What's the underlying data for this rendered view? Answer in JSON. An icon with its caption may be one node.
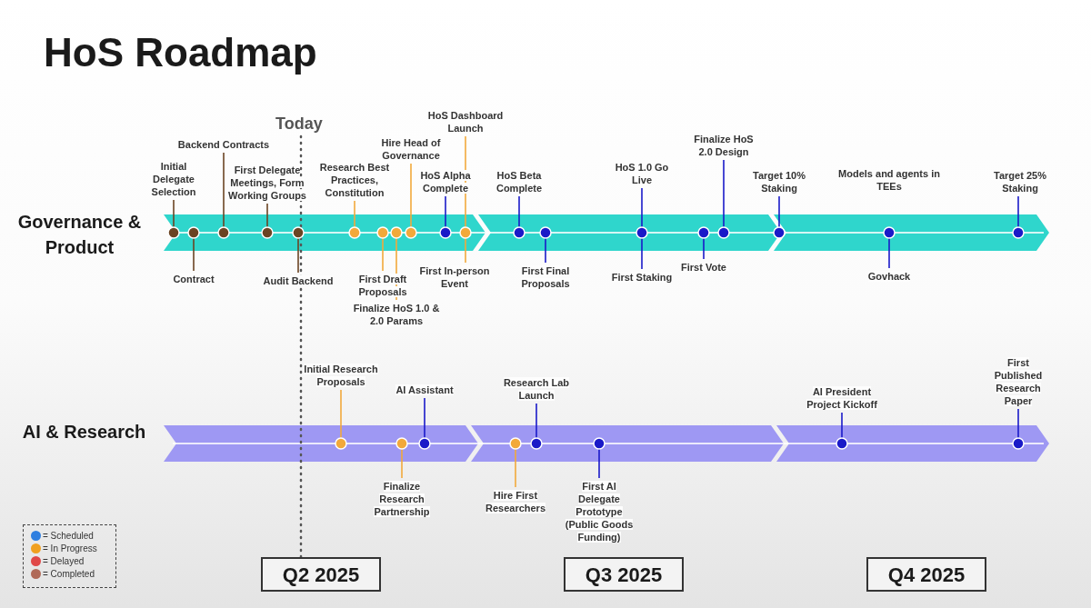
{
  "diagram": {
    "title": "HoS Roadmap",
    "nodes": [
      {
        "text": [
          "Initial Delegate Selection"
        ]
      },
      {
        "text": [],
        "shape": "circle"
      },
      {
        "text": [
          "Contract"
        ]
      },
      {
        "text": [],
        "shape": "circle"
      },
      {
        "text": [
          "Backend Contracts"
        ]
      },
      {
        "text": [],
        "shape": "circle"
      },
      {
        "text": [
          "First Delegate Meetings, Form Working Groups"
        ]
      },
      {
        "text": [],
        "shape": "circle"
      },
      {
        "text": [
          "Audit Backend"
        ]
      },
      {
        "text": [],
        "shape": "circle"
      },
      {
        "text": [
          "Research Best Practices, Constitution"
        ]
      },
      {
        "text": [],
        "shape": "circle"
      },
      {
        "text": [
          "First Draft Proposals"
        ]
      },
      {
        "text": [],
        "shape": "circle"
      },
      {
        "text": [
          "Finalize HoS 1.0 & 2.0 Params"
        ]
      },
      {
        "text": [],
        "shape": "circle"
      },
      {
        "text": [
          "Hire Head of Governance"
        ]
      },
      {
        "text": [],
        "shape": "circle"
      },
      {
        "text": [
          "HoS Alpha Complete"
        ]
      },
      {
        "text": [],
        "shape": "circle"
      },
      {
        "text": [
          "HoS Dashboard Launch"
        ]
      },
      {
        "text": [],
        "shape": "circle"
      },
      {
        "text": [
          "First In-person Event"
        ]
      },
      {
        "text": [
          "HoS Beta Complete"
        ]
      },
      {
        "text": [],
        "shape": "circle"
      },
      {
        "text": [
          "First Final Proposals"
        ]
      },
      {
        "text": [],
        "shape": "circle"
      },
      {
        "text": [
          "HoS 1.0 Go Live"
        ]
      },
      {
        "text": [],
        "shape": "circle"
      },
      {
        "text": [
          "First Staking"
        ]
      },
      {
        "text": [
          "First Vote"
        ]
      },
      {
        "text": [],
        "shape": "circle"
      },
      {
        "text": [
          "Finalize HoS 2.0 Design"
        ]
      },
      {
        "text": [],
        "shape": "circle"
      },
      {
        "text": [
          "Target 10% Staking"
        ]
      },
      {
        "text": [],
        "shape": "circle"
      },
      {
        "text": [],
        "shape": "circle"
      },
      {
        "text": [
          "Govhack"
        ]
      },
      {
        "text": [
          "Target 25% Staking"
        ]
      },
      {
        "text": [],
        "shape": "circle"
      },
      {
        "text": [
          "Initial Research Proposals"
        ]
      },
      {
        "text": [],
        "shape": "circle"
      },
      {
        "text": [
          "Finalize Research Partnership"
        ]
      },
      {
        "text": [],
        "shape": "circle"
      },
      {
        "text": [
          "AI Assistant"
        ]
      },
      {
        "text": [],
        "shape": "circle"
      },
      {
        "text": [
          "Hire First Researchers"
        ]
      },
      {
        "text": [],
        "shape": "circle"
      },
      {
        "text": [
          "Research Lab Launch"
        ]
      },
      {
        "text": [],
        "shape": "circle"
      },
      {
        "text": [
          "First AI Delegate Prototype (Public Goods Funding)"
        ]
      },
      {
        "text": [],
        "shape": "circle"
      },
      {
        "text": [
          "AI President Project Kickoff"
        ]
      },
      {
        "text": [],
        "shape": "circle"
      },
      {
        "text": [
          "First Published Research Paper"
        ]
      },
      {
        "text": [],
        "shape": "circle"
      },
      {
        "text": [
          "Q2 2025"
        ]
      },
      {
        "text": [
          "Q3 2025"
        ]
      },
      {
        "text": [
          "Q4 2025"
        ]
      }
    ],
    "edges": [
      {
        "from": 0,
        "to": 1,
        "arrow": "none",
        "color": "#6b4423"
      },
      {
        "from": 2,
        "to": 3,
        "arrow": "none",
        "color": "#6b4423"
      },
      {
        "from": 4,
        "to": 5,
        "arrow": "none",
        "color": "#6b4423"
      },
      {
        "from": 6,
        "to": 7,
        "arrow": "none",
        "color": "#6b4423"
      },
      {
        "from": 8,
        "to": 9,
        "arrow": "none",
        "color": "#6b4423"
      },
      {
        "from": 10,
        "to": 11,
        "arrow": "none",
        "color": "#f2a93b"
      },
      {
        "from": 12,
        "to": 13,
        "arrow": "none",
        "color": "#f2a93b"
      },
      {
        "from": 14,
        "to": 15,
        "arrow": "none",
        "color": "#f2a93b"
      },
      {
        "from": 16,
        "to": 17,
        "arrow": "none",
        "color": "#f2a93b"
      },
      {
        "from": 18,
        "to": 19,
        "arrow": "none"
      },
      {
        "from": 20,
        "to": 21,
        "arrow": "none",
        "color": "#f2a93b"
      },
      {
        "from": 22,
        "to": 21,
        "arrow": "none",
        "color": "#f2a93b"
      },
      {
        "from": 23,
        "to": 24,
        "arrow": "none"
      },
      {
        "from": 25,
        "to": 26,
        "arrow": "none"
      },
      {
        "from": 27,
        "to": 28,
        "arrow": "none"
      },
      {
        "from": 29,
        "to": 28,
        "arrow": "none"
      },
      {
        "from": 30,
        "to": 31,
        "arrow": "none"
      },
      {
        "from": 32,
        "to": 33,
        "arrow": "none"
      },
      {
        "from": 34,
        "to": 35,
        "arrow": "none"
      },
      {
        "from": 37,
        "to": 36,
        "arrow": "none"
      },
      {
        "from": 38,
        "to": 39,
        "arrow": "none"
      },
      {
        "from": 40,
        "to": 41,
        "arrow": "none",
        "color": "#f2a93b"
      },
      {
        "from": 42,
        "to": 43,
        "arrow": "none",
        "color": "#f2a93b"
      },
      {
        "from": 44,
        "to": 45,
        "arrow": "none"
      },
      {
        "from": 46,
        "to": 47,
        "arrow": "none",
        "color": "#f2a93b"
      },
      {
        "from": 48,
        "to": 49,
        "arrow": "none"
      },
      {
        "from": 50,
        "to": 51,
        "arrow": "none"
      },
      {
        "from": 52,
        "to": 53,
        "arrow": "none"
      },
      {
        "from": 54,
        "to": 55,
        "arrow": "none"
      }
    ],
    "labels": [
      "Today",
      "Governance & Product",
      "Models and agents in TEEs",
      "AI & Research"
    ],
    "legend": [
      {
        "text": "= Scheduled",
        "color": "#2f7fe0"
      },
      {
        "text": "= In Progress",
        "color": "#f0a020"
      },
      {
        "text": "= Delayed",
        "color": "#e04848"
      },
      {
        "text": "= Completed",
        "color": "#b06a58"
      }
    ]
  }
}
